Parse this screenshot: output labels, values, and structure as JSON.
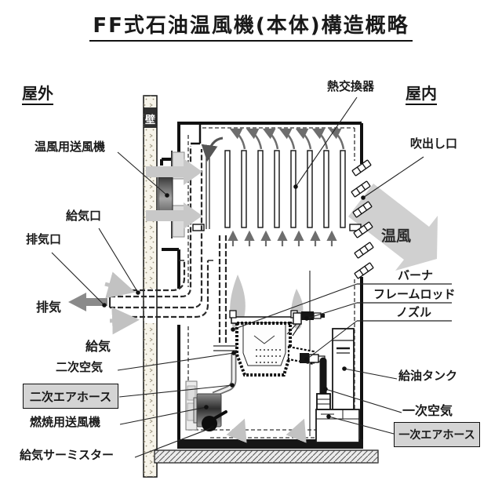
{
  "title": "FF式石油温風機(本体)構造概略",
  "regions": {
    "outdoor": "屋外",
    "indoor": "屋内",
    "wall": "壁"
  },
  "flows": {
    "exhaust": "排気",
    "intake": "給気",
    "warm_air": "温風"
  },
  "labels": {
    "warm_air_fan": "温風用送風機",
    "intake_port": "給気口",
    "exhaust_port": "排気口",
    "heat_exchanger": "熱交換器",
    "outlet": "吹出し口",
    "secondary_air": "二次空気",
    "secondary_air_hose": "二次エアホース",
    "combustion_fan": "燃焼用送風機",
    "intake_thermistor": "給気サーミスター",
    "burner": "バーナ",
    "flame_rod": "フレームロッド",
    "nozzle": "ノズル",
    "oil_tank": "給油タンク",
    "primary_air": "一次空気",
    "primary_air_hose": "一次エアホース"
  },
  "colors": {
    "line": "#1a1a1a",
    "air_flow_light": "#c6c6c6",
    "exhaust_arrow": "#8a8a8a",
    "label_box_bg": "#d4d4d4",
    "flame": "#b9b9b9"
  }
}
